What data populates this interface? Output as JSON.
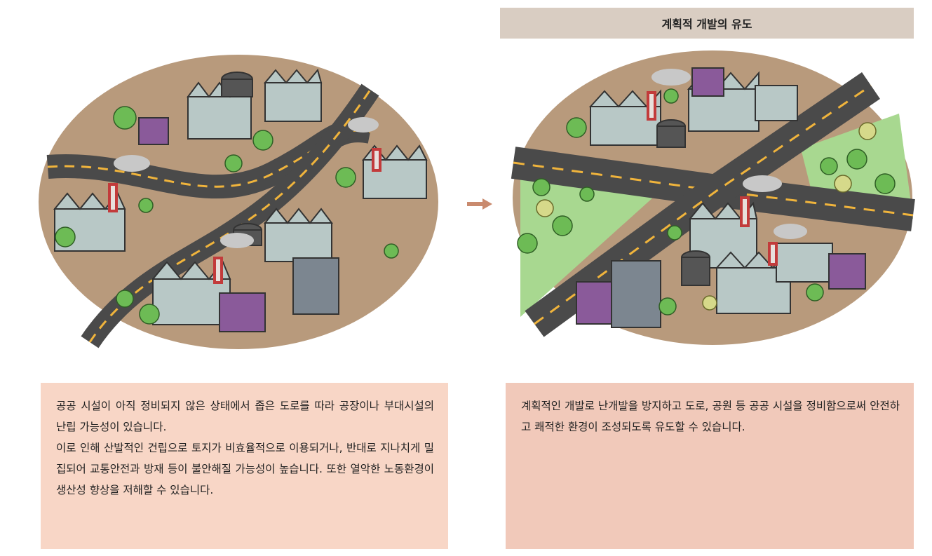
{
  "header": {
    "title": "계획적 개발의 유도"
  },
  "left_panel": {
    "paragraphs": [
      "공공 시설이 아직 정비되지 않은 상태에서 좁은 도로를 따라 공장이나 부대시설의 난립 가능성이 있습니다.",
      "이로 인해 산발적인 건립으로 토지가 비효율적으로 이용되거나, 반대로 지나치게 밀집되어 교통안전과 방재 등이 불안해질 가능성이 높습니다. 또한 열악한 노동환경이 생산성 향상을 저해할 수 있습니다."
    ]
  },
  "right_panel": {
    "paragraphs": [
      "계획적인 개발로 난개발을 방지하고 도로, 공원 등 공공 시설을 정비함으로써 안전하고 쾌적한 환경이 조성되도록 유도할 수 있습니다."
    ]
  },
  "colors": {
    "header_bg": "#d9cdc2",
    "left_box_bg": "#f8d6c6",
    "right_box_bg": "#f1c9ba",
    "arrow": "#c98a6e",
    "ground": "#b89a7c",
    "road": "#4a4a4a",
    "park": "#a8d890"
  },
  "icons": {
    "arrow": "right-arrow-icon"
  }
}
